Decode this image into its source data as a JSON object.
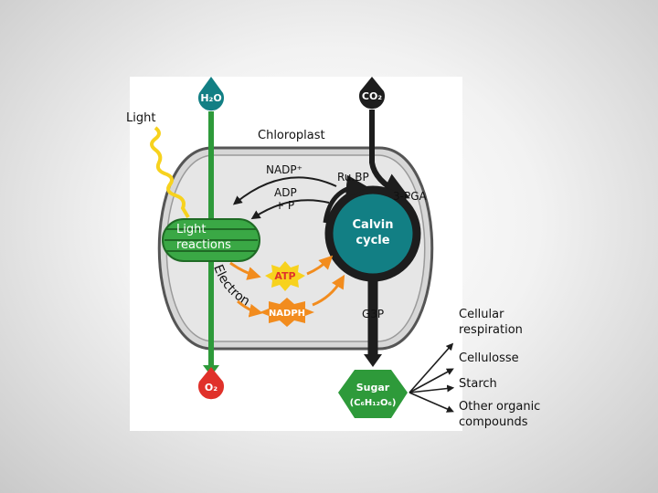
{
  "labels": {
    "light": "Light",
    "chloroplast": "Chloroplast",
    "nadp_plus": "NADP⁺",
    "adp_line1": "ADP",
    "adp_line2": "+ P",
    "rubp": "Ru.BP",
    "pga": "3-PGA",
    "calvin_line1": "Calvin",
    "calvin_line2": "cycle",
    "light_reactions_line1": "Light",
    "light_reactions_line2": "reactions",
    "electrons": "Electrons",
    "atp": "ATP",
    "nadph": "NADPH",
    "g3p": "G3P",
    "h2o": "H₂O",
    "co2": "CO₂",
    "o2": "O₂",
    "sugar_line1": "Sugar",
    "sugar_line2": "(C₆H₁₂O₆)"
  },
  "outputs": {
    "cellular_respiration": "Cellular respiration",
    "cellulose": "Cellulosse",
    "starch": "Starch",
    "other_organic": "Other organic compounds"
  },
  "colors": {
    "green": "#2e9a3a",
    "teal": "#127f84",
    "red": "#e0312a",
    "orange": "#f28c1e",
    "yellow": "#f7d21e",
    "gray_fill": "#dcdcdc",
    "dark": "#1d1d1d"
  }
}
